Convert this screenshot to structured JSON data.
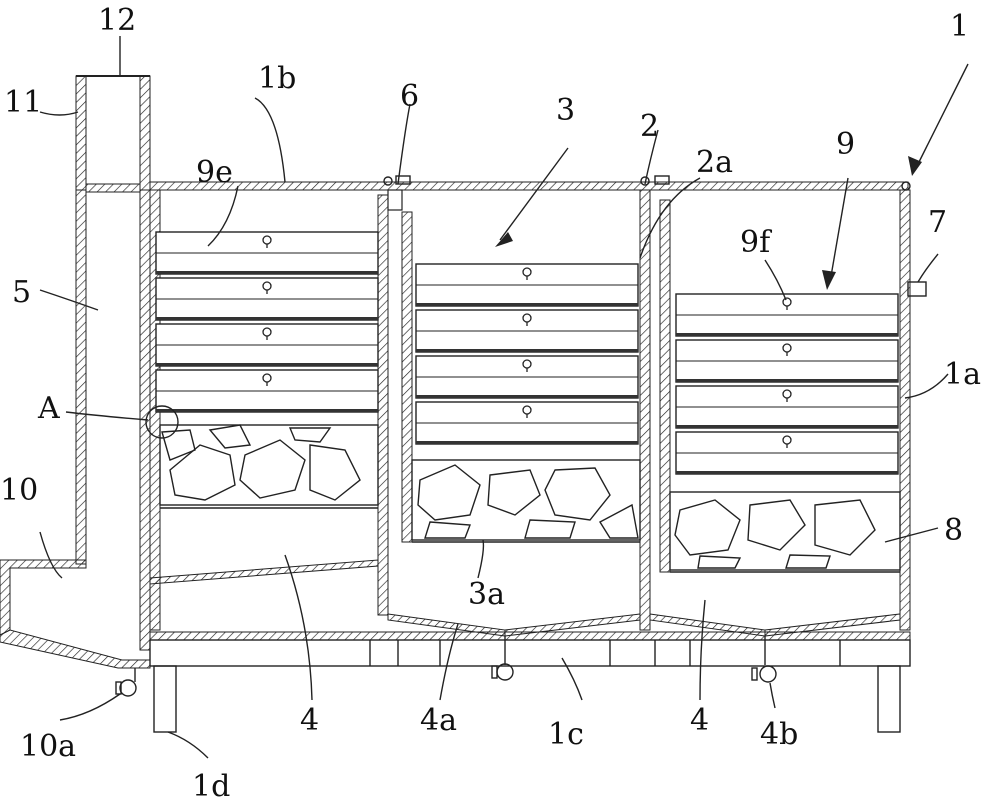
{
  "labels": {
    "n12": "12",
    "n11": "11",
    "n1b": "1b",
    "n6": "6",
    "n3": "3",
    "n2": "2",
    "n2a": "2a",
    "n9": "9",
    "n1": "1",
    "n9e": "9e",
    "n9f": "9f",
    "n7": "7",
    "n5": "5",
    "n1a": "1a",
    "nA": "A",
    "n10": "10",
    "n8": "8",
    "n3a": "3a",
    "n4_left": "4",
    "n4_right": "4",
    "n4a": "4a",
    "n1c": "1c",
    "n10a": "10a",
    "n4b": "4b",
    "n1d": "1d"
  }
}
